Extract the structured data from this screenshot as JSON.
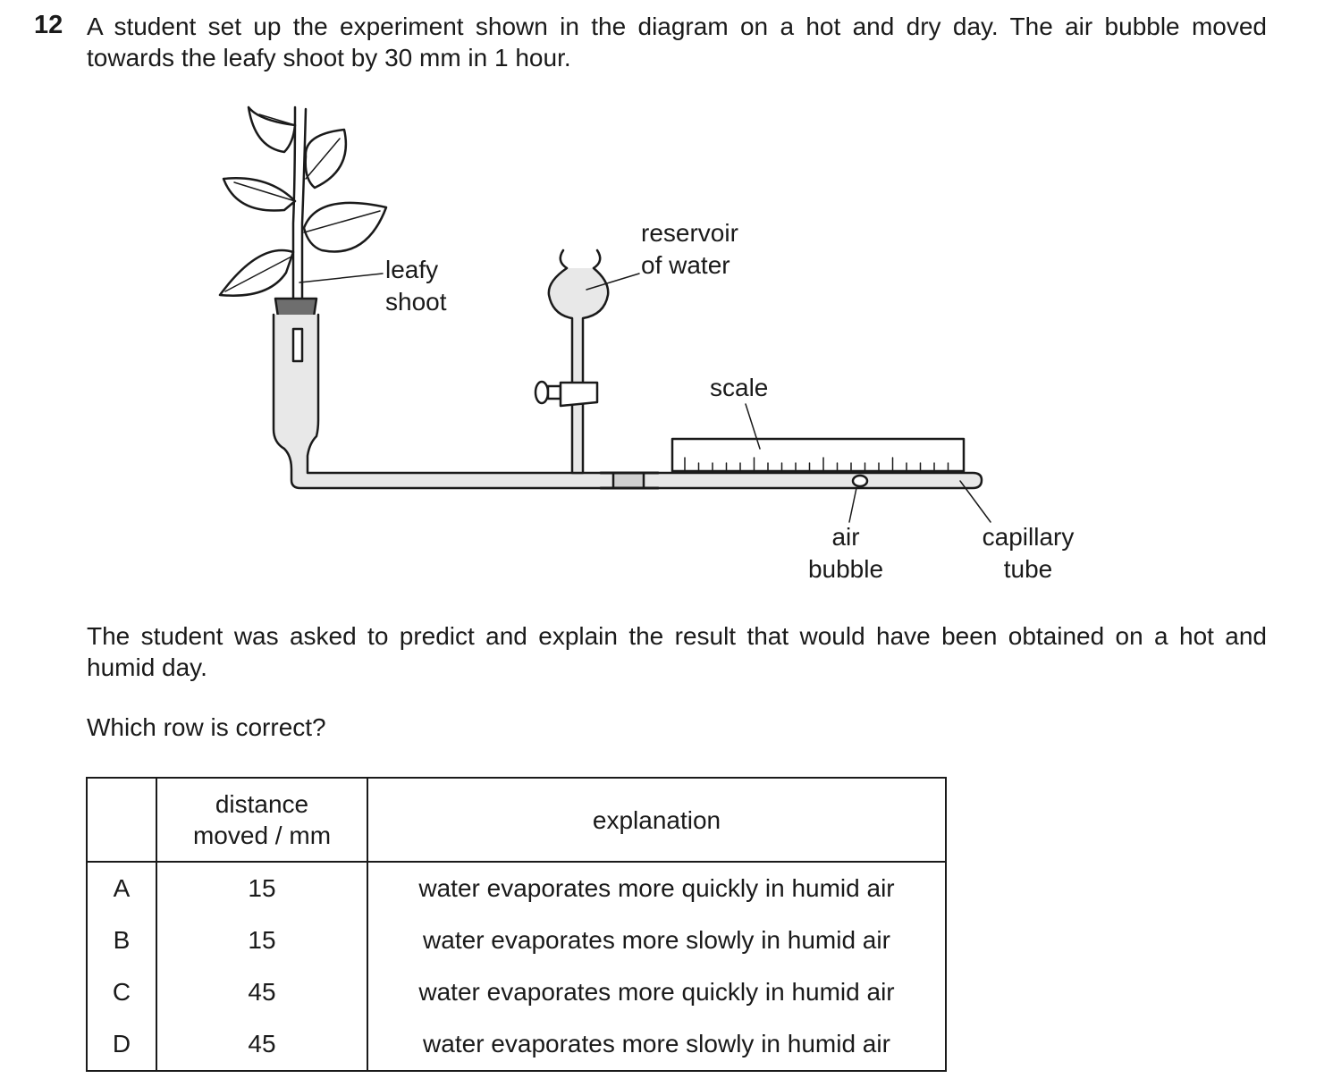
{
  "question": {
    "number": "12",
    "text": "A student set up the experiment shown in the diagram on a hot and dry day. The air bubble moved towards the leafy shoot by 30 mm in 1 hour."
  },
  "diagram": {
    "labels": {
      "leafy_line1": "leafy",
      "leafy_line2": "shoot",
      "reservoir_line1": "reservoir",
      "reservoir_line2": "of water",
      "scale": "scale",
      "bubble_line1": "air",
      "bubble_line2": "bubble",
      "capillary_line1": "capillary",
      "capillary_line2": "tube"
    }
  },
  "paragraph": "The student was asked to predict and explain the result that would have been obtained on a hot and humid day.",
  "prompt": "Which row is correct?",
  "table": {
    "headers": [
      "",
      "distance moved / mm",
      "explanation"
    ],
    "header_distance_line1": "distance",
    "header_distance_line2": "moved / mm",
    "rows": [
      {
        "option": "A",
        "distance": "15",
        "explanation": "water evaporates more quickly in humid air"
      },
      {
        "option": "B",
        "distance": "15",
        "explanation": "water evaporates more slowly in humid air"
      },
      {
        "option": "C",
        "distance": "45",
        "explanation": "water evaporates more quickly in humid air"
      },
      {
        "option": "D",
        "distance": "45",
        "explanation": "water evaporates more slowly in humid air"
      }
    ]
  }
}
